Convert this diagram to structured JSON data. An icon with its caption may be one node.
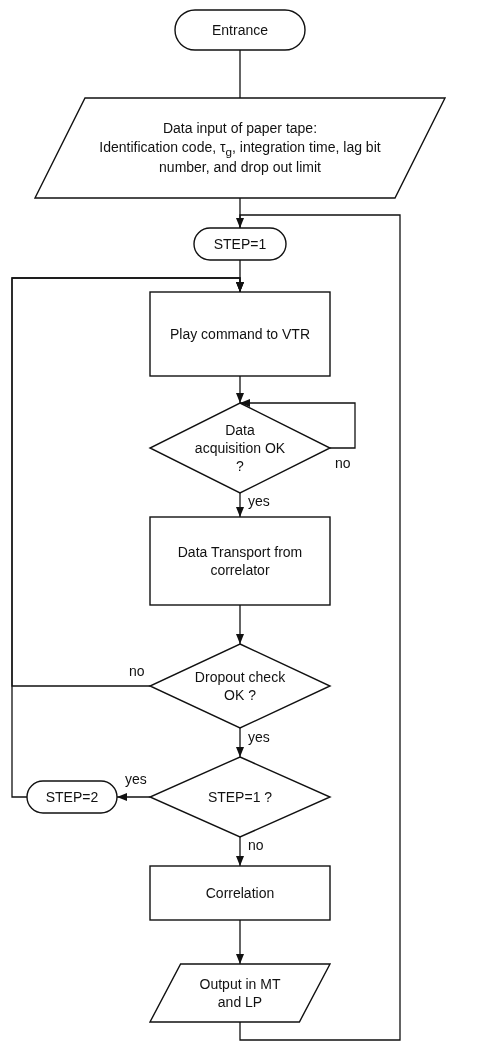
{
  "diagram": {
    "nodes": [
      {
        "text": [
          "Entrance"
        ]
      },
      {
        "text": [
          "Data input of paper tape:",
          "Identification code, τ$_{g}$, integration time, lag bit number, and drop out limit"
        ]
      },
      {
        "text": [
          "STEP=1"
        ]
      },
      {
        "text": [
          "Play command to VTR"
        ]
      },
      {
        "text": [
          "Data acquisition OK ?"
        ]
      },
      {
        "text": [
          "Data Transport from correlator"
        ]
      },
      {
        "text": [
          "Dropout check OK ?"
        ]
      },
      {
        "text": [
          "STEP=1 ?"
        ]
      },
      {
        "text": [
          "STEP=2"
        ]
      },
      {
        "text": [
          "Correlation"
        ]
      },
      {
        "text": [
          "Output in MT and LP"
        ]
      }
    ],
    "edges": [
      {
        "from": 0,
        "to": 1,
        "arrow": "none"
      },
      {
        "from": 1,
        "to": 2,
        "arrow": "none"
      },
      {
        "from": 2,
        "to": 3,
        "arrow": "to"
      },
      {
        "from": 3,
        "to": 4,
        "arrow": "to"
      },
      {
        "from": 4,
        "to": 4,
        "arrow": "to",
        "label": "no"
      },
      {
        "from": 4,
        "to": 5,
        "arrow": "to",
        "label": "yes"
      },
      {
        "from": 5,
        "to": 6,
        "arrow": "to"
      },
      {
        "from": 6,
        "to": 3,
        "arrow": "to",
        "label": "no"
      },
      {
        "from": 6,
        "to": 7,
        "arrow": "to",
        "label": "yes"
      },
      {
        "from": 7,
        "to": 8,
        "arrow": "to",
        "label": "yes"
      },
      {
        "from": 8,
        "to": 3,
        "arrow": "to"
      },
      {
        "from": 7,
        "to": 9,
        "arrow": "to",
        "label": "no"
      },
      {
        "from": 9,
        "to": 10,
        "arrow": "to"
      },
      {
        "from": 10,
        "to": 2,
        "arrow": "to"
      }
    ]
  }
}
